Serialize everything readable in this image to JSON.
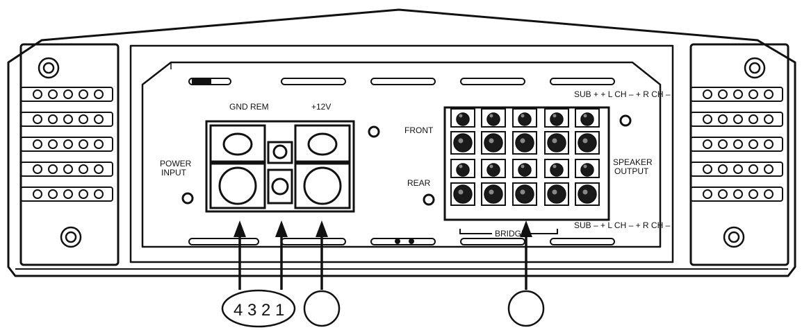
{
  "labels": {
    "gnd_rem": "GND REM",
    "plus12v": "+12V",
    "power_input_1": "POWER",
    "power_input_2": "INPUT",
    "front": "FRONT",
    "rear": "REAR",
    "speaker_output_1": "SPEAKER",
    "speaker_output_2": "OUTPUT",
    "top_channels": "SUB + + L CH – + R CH –",
    "bottom_channels": "SUB – + L CH – + R CH –",
    "bridge": "BRIDGE"
  },
  "callouts": {
    "first": "4 3 2 1",
    "second": "",
    "third": ""
  },
  "colors": {
    "line": "#111111",
    "fill_dark": "#1a1a1a",
    "background": "#ffffff"
  }
}
